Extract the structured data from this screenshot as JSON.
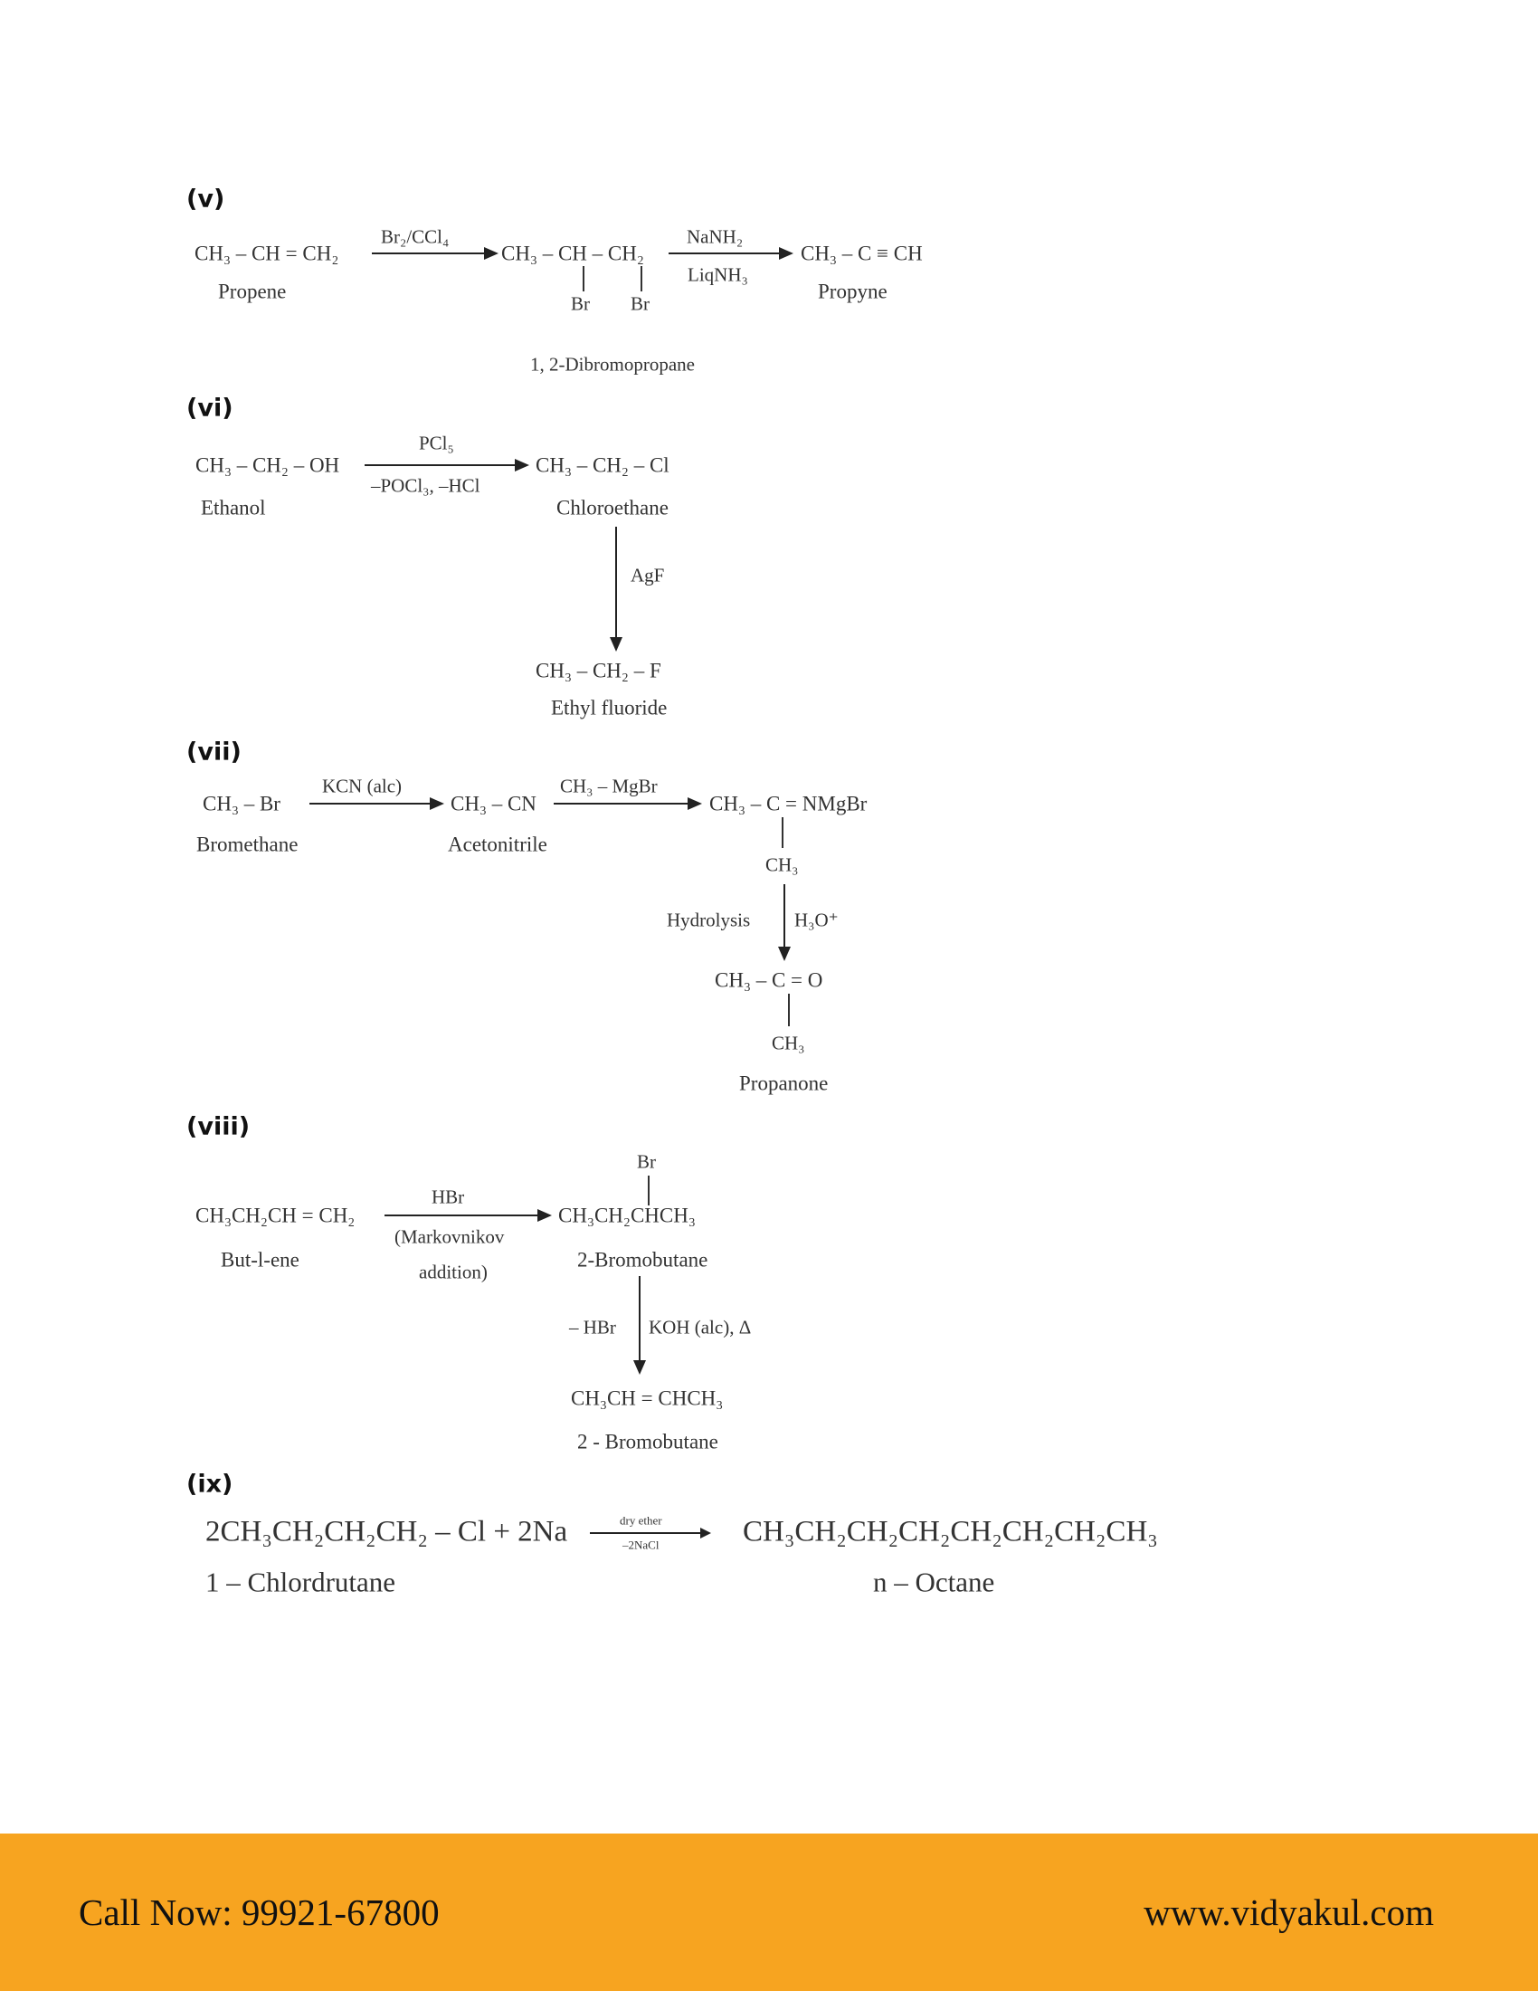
{
  "v": {
    "label": "(v)",
    "reactant": "CH₃ – CH = CH₂",
    "reactant_name": "Propene",
    "reagent1": "Br₂/CCl₄",
    "intermediate": "CH₃ – CH – CH₂",
    "br1": "Br",
    "br2": "Br",
    "intermediate_name": "1, 2-Dibromopropane",
    "reagent2_top": "NaNH₂",
    "reagent2_bottom": "LiqNH₃",
    "product": "CH₃ – C ≡ CH",
    "product_name": "Propyne"
  },
  "vi": {
    "label": "(vi)",
    "reactant": "CH₃ – CH₂ – OH",
    "reactant_name": "Ethanol",
    "reagent1_top": "PCl₅",
    "reagent1_bottom": "–POCl₃, –HCl",
    "intermediate": "CH₃ – CH₂ – Cl",
    "intermediate_name": "Chloroethane",
    "reagent2": "AgF",
    "product": "CH₃ – CH₂ – F",
    "product_name": "Ethyl fluoride"
  },
  "vii": {
    "label": "(vii)",
    "reactant": "CH₃ – Br",
    "reactant_name": "Bromethane",
    "reagent1": "KCN (alc)",
    "intermediate1": "CH₃ – CN",
    "intermediate1_name": "Acetonitrile",
    "reagent2": "CH₃ – MgBr",
    "intermediate2": "CH₃ – C = NMgBr",
    "intermediate2_sub": "CH₃",
    "reagent3_left": "Hydrolysis",
    "reagent3_right": "H₃O⁺",
    "product": "CH₃ – C = O",
    "product_sub": "CH₃",
    "product_name": "Propanone"
  },
  "viii": {
    "label": "(viii)",
    "reactant": "CH₃CH₂CH = CH₂",
    "reactant_name": "But-l-ene",
    "reagent1_top": "HBr",
    "reagent1_bottom1": "(Markovnikov",
    "reagent1_bottom2": "addition)",
    "intermediate_top": "Br",
    "intermediate": "CH₃CH₂CHCH₃",
    "intermediate_name": "2-Bromobutane",
    "reagent2_left": "– HBr",
    "reagent2_right": "KOH (alc), Δ",
    "product": "CH₃CH = CHCH₃",
    "product_name": "2 - Bromobutane"
  },
  "ix": {
    "label": "(ix)",
    "reactant": "2CH₃CH₂CH₂CH₂ – Cl + 2Na",
    "reactant_name": "1 – Chlordrutane",
    "reagent_top": "dry ether",
    "reagent_bottom": "–2NaCl",
    "product": "CH₃CH₂CH₂CH₂CH₂CH₂CH₂CH₃",
    "product_name": "n – Octane"
  },
  "footer": {
    "call": "Call Now: 99921-67800",
    "website": "www.vidyakul.com",
    "color": "#f7a420"
  }
}
